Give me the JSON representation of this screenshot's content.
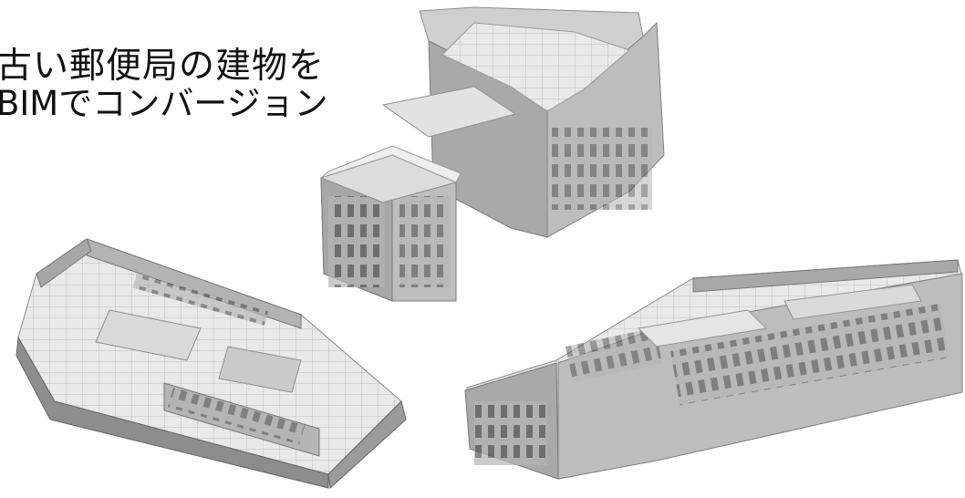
{
  "headline": {
    "line1": "古い郵便局の建物を",
    "line2": "BIMでコンバージョン"
  },
  "colors": {
    "background": "#ffffff",
    "model_light": "#e6e6e6",
    "model_mid": "#b9b9b9",
    "model_dark": "#8c8c8c",
    "model_shadow": "#5e5e5e"
  },
  "images": [
    {
      "name": "model-top-view",
      "description_icon": "building-model-icon"
    },
    {
      "name": "model-left-view",
      "description_icon": "building-model-icon"
    },
    {
      "name": "model-right-view",
      "description_icon": "building-model-icon"
    }
  ]
}
